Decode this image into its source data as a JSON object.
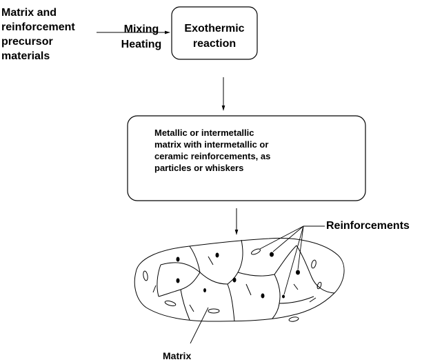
{
  "diagram": {
    "precursor_label": "Matrix and\nreinforcement\nprecursor\nmaterials",
    "process_label": "Mixing\nHeating",
    "reaction_label": "Exothermic\nreaction",
    "product_label": "Metallic or intermetallic\nmatrix with intermetallic or\nceramic reinforcements, as\nparticles or whiskers",
    "reinforcements_label": "Reinforcements",
    "matrix_label": "Matrix"
  }
}
